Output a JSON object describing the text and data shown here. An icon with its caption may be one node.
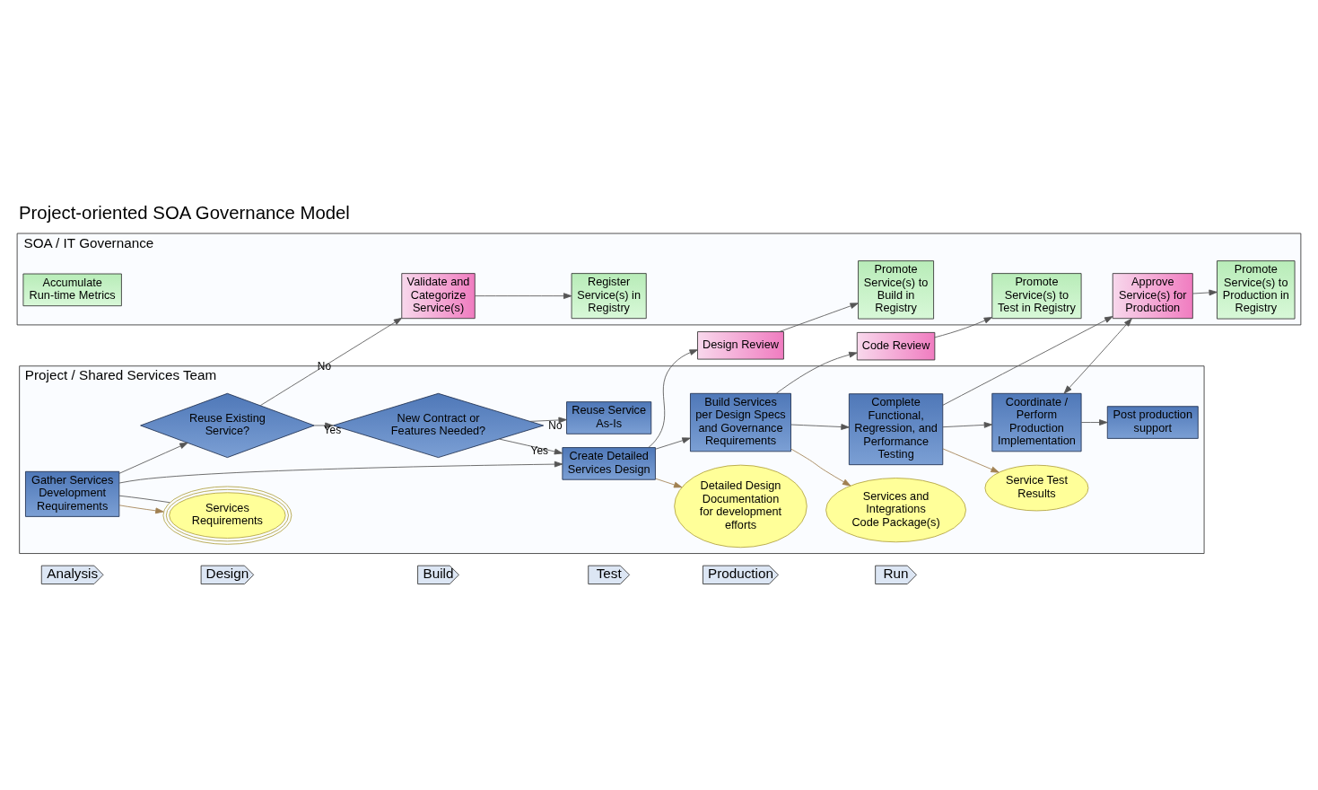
{
  "diagram": {
    "title": "Project-oriented SOA Governance Model",
    "nodes": [
      {
        "text": [
          "Analysis"
        ]
      },
      {
        "text": [
          "Design"
        ]
      },
      {
        "text": [
          "Build"
        ]
      },
      {
        "text": [
          "Test"
        ]
      },
      {
        "text": [
          "Production"
        ]
      },
      {
        "text": [
          "Run"
        ]
      },
      {
        "text": [
          "Project / Shared Services Team"
        ]
      },
      {
        "text": [
          "SOA / IT Governance"
        ]
      },
      {
        "text": [
          "Reuse Service As-Is"
        ],
        "in": 6
      },
      {
        "text": [
          "Detailed Design Documentation for development efforts"
        ],
        "in": 6
      },
      {
        "text": [
          "Services and Integrations Code Package(s)"
        ],
        "in": 6
      },
      {
        "text": [
          "Service Test Results"
        ],
        "in": 6
      },
      {
        "text": [
          "Gather Services Development Requirements"
        ],
        "in": 6
      },
      {
        "text": [
          "Services Requirements"
        ],
        "in": 6
      },
      {
        "text": [
          "Create Detailed Services Design"
        ],
        "in": 6
      },
      {
        "text": [
          "Build Services per Design Specs and Governance Requirements"
        ],
        "in": 6
      },
      {
        "text": [
          "Complete Functional, Regression, and Performance Testing"
        ],
        "in": 6
      },
      {
        "text": [
          "Coordinate / Perform Production Implementation"
        ],
        "in": 6
      },
      {
        "text": [
          "Post production support"
        ],
        "in": 6
      },
      {
        "text": [
          "Reuse Existing Service?"
        ],
        "in": 6
      },
      {
        "text": [
          "New Contract or Features Needed?"
        ],
        "in": 6
      },
      {
        "text": [
          "Design Review"
        ]
      },
      {
        "text": [
          "Code Review"
        ]
      },
      {
        "text": [
          "Approve Service(s) for Production"
        ],
        "in": 7
      },
      {
        "text": [
          "Validate and Categorize Service(s)"
        ],
        "in": 7
      },
      {
        "text": [
          "Register Service(s) in Registry"
        ],
        "in": 7
      },
      {
        "text": [
          "Promote Service(s) to Build in Registry"
        ],
        "in": 7
      },
      {
        "text": [
          "Promote Service(s) to Test in Registry"
        ],
        "in": 7
      },
      {
        "text": [
          "Accumulate Run-time Metrics"
        ],
        "in": 7
      },
      {
        "text": [
          "Promote Service(s) to Production in Registry"
        ],
        "in": 7
      }
    ],
    "edges": [
      {
        "from": 12,
        "to": 13,
        "arrow": "to",
        "color": "#a08050"
      },
      {
        "from": 12,
        "to": 13,
        "arrow": "none"
      },
      {
        "from": 12,
        "to": 19,
        "arrow": "to"
      },
      {
        "from": 12,
        "to": 14,
        "arrow": "to"
      },
      {
        "from": 19,
        "to": 20,
        "label": "Yes",
        "arrow": "to"
      },
      {
        "from": 20,
        "to": 8,
        "label": "No",
        "arrow": "to"
      },
      {
        "from": 20,
        "to": 14,
        "label": "Yes",
        "arrow": "to"
      },
      {
        "from": 19,
        "to": 24,
        "label": "No",
        "arrow": "to"
      },
      {
        "from": 24,
        "to": 25,
        "arrow": "to"
      },
      {
        "from": 14,
        "to": 9,
        "arrow": "to",
        "color": "#a08050"
      },
      {
        "from": 14,
        "to": 15,
        "arrow": "to"
      },
      {
        "from": 14,
        "to": 21,
        "arrow": "to"
      },
      {
        "from": 21,
        "to": 26,
        "arrow": "to"
      },
      {
        "from": 15,
        "to": 10,
        "arrow": "to",
        "color": "#a08050"
      },
      {
        "from": 15,
        "to": 16,
        "arrow": "to"
      },
      {
        "from": 15,
        "to": 22,
        "arrow": "to"
      },
      {
        "from": 22,
        "to": 27,
        "arrow": "to"
      },
      {
        "from": 16,
        "to": 11,
        "arrow": "to",
        "color": "#a08050"
      },
      {
        "from": 16,
        "to": 17,
        "arrow": "to"
      },
      {
        "from": 16,
        "to": 23,
        "arrow": "to"
      },
      {
        "from": 17,
        "to": 23,
        "arrow": "both"
      },
      {
        "from": 17,
        "to": 18,
        "arrow": "to"
      },
      {
        "from": 23,
        "to": 29,
        "arrow": "to"
      }
    ]
  }
}
